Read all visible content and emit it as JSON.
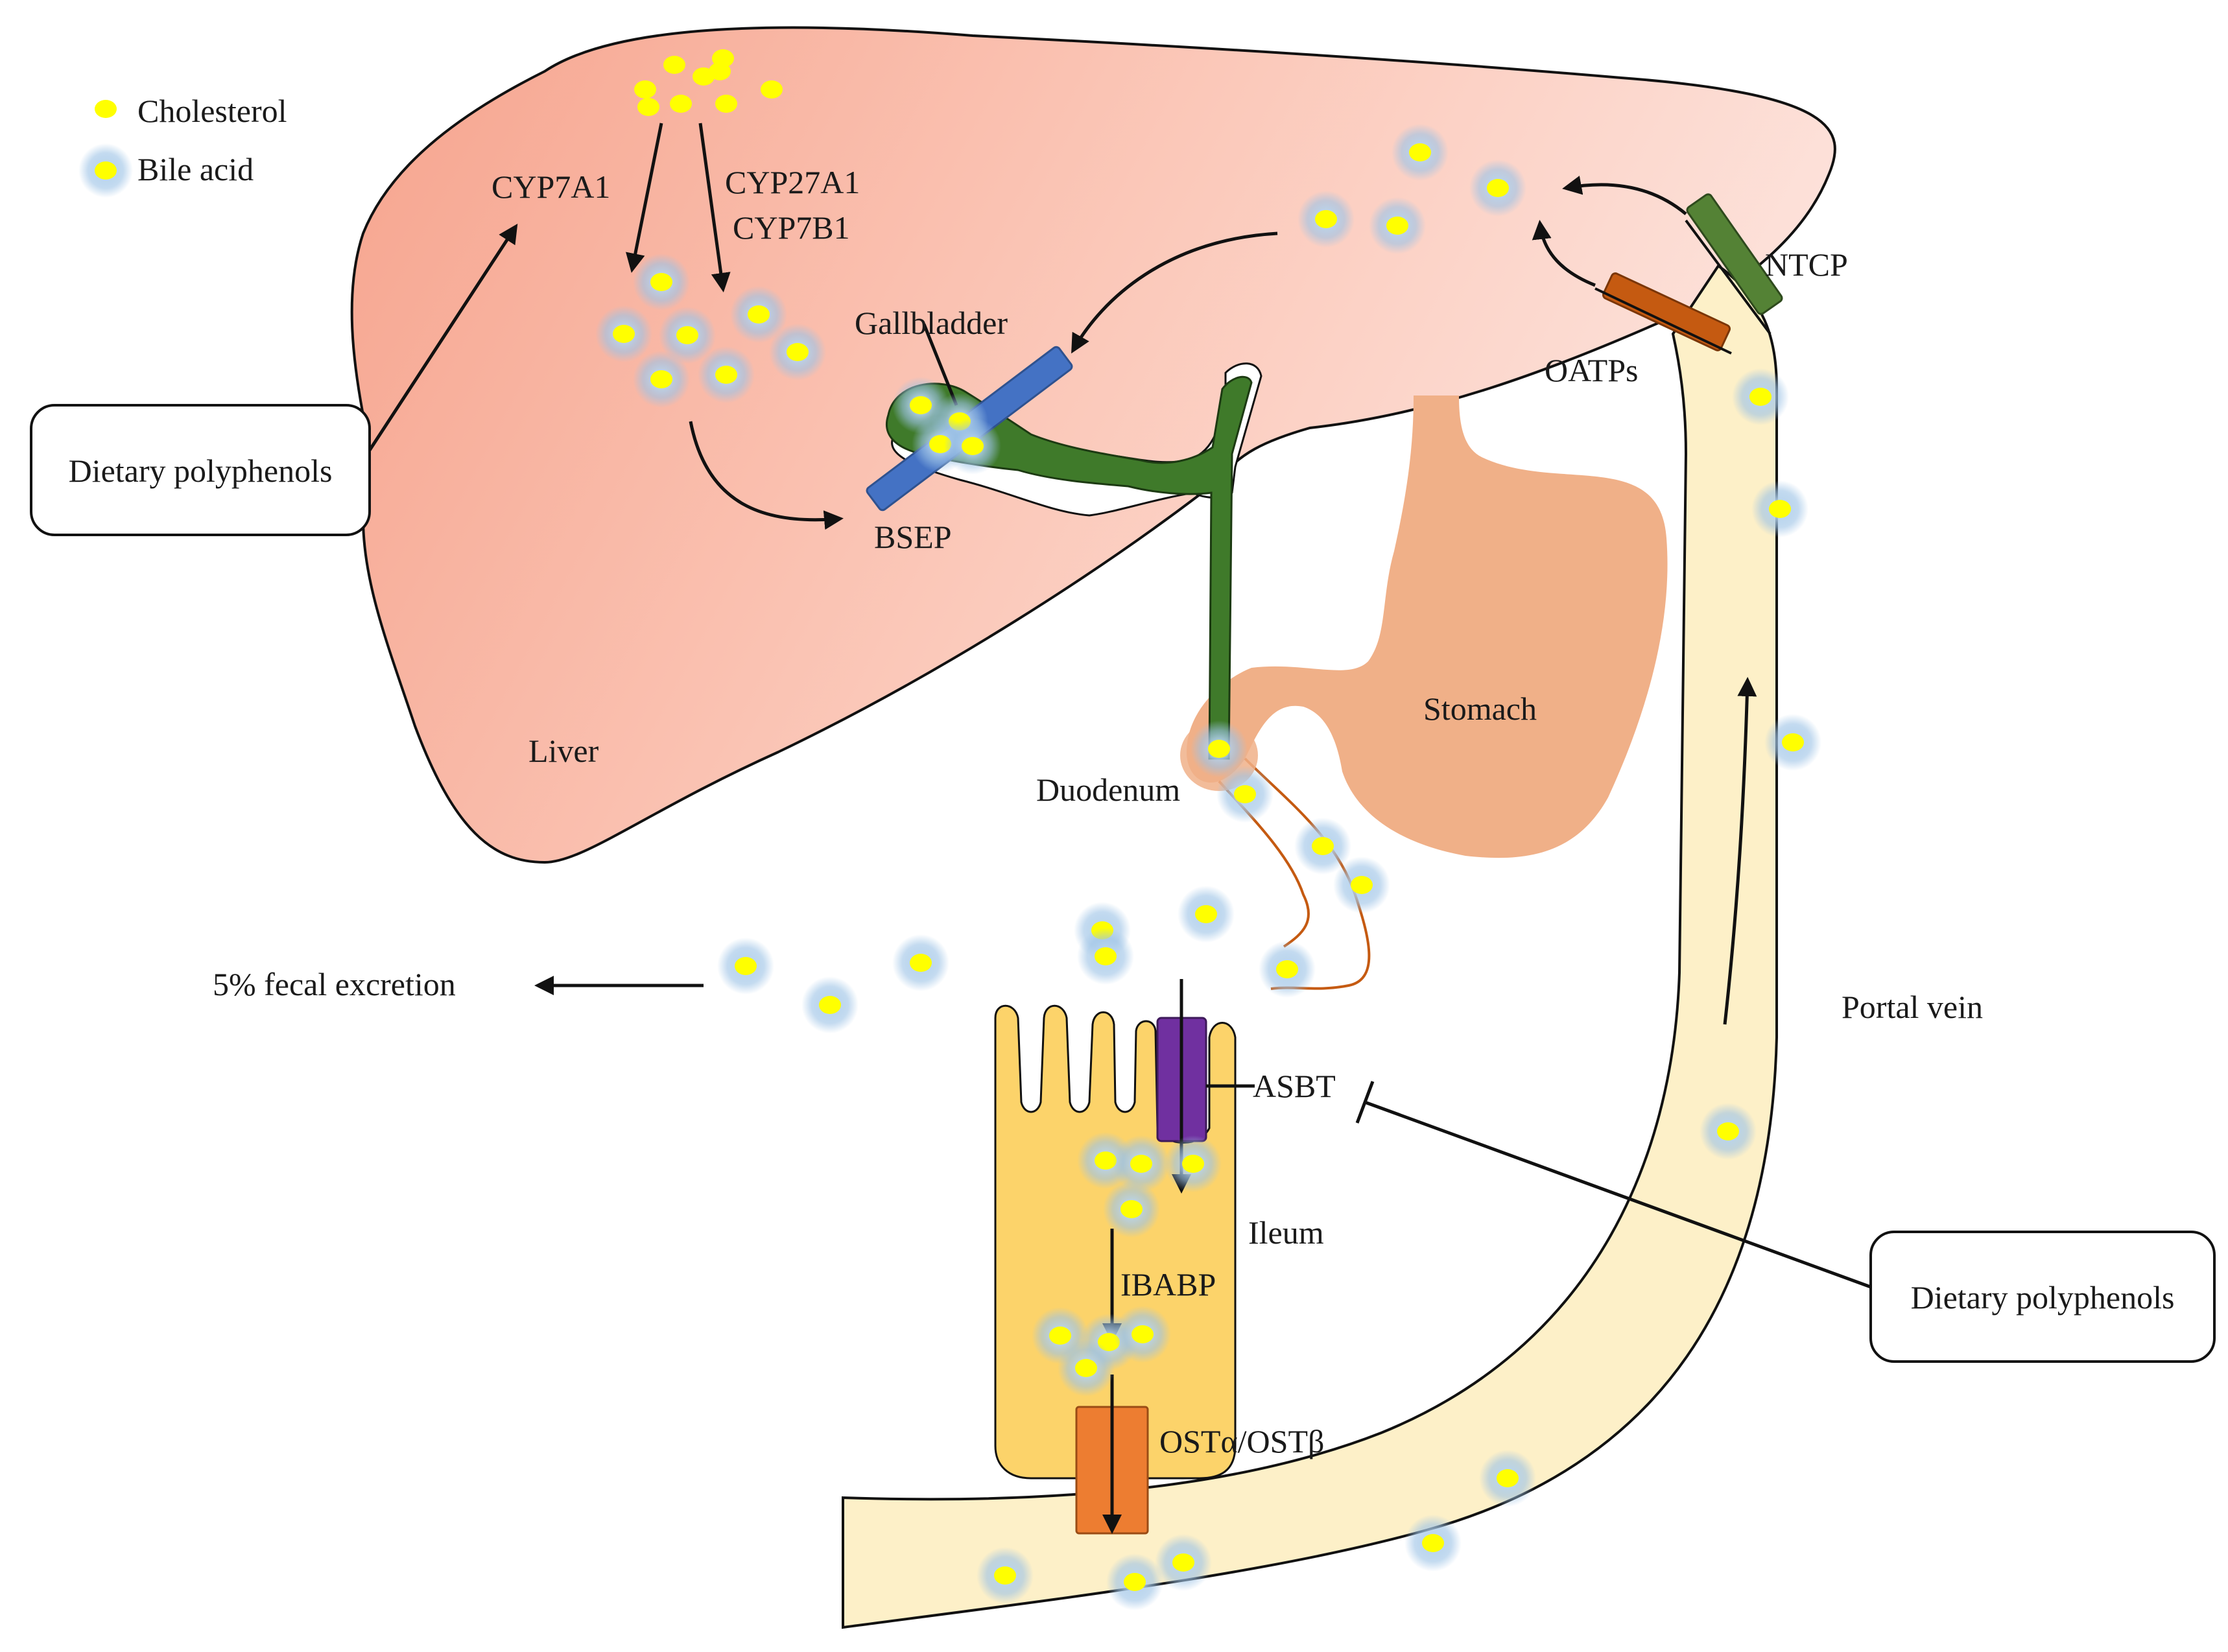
{
  "legend": {
    "cholesterol": "Cholesterol",
    "bile_acid": "Bile acid"
  },
  "labels": {
    "cyp7a1": "CYP7A1",
    "cyp27a1": "CYP27A1",
    "cyp7b1": "CYP7B1",
    "gallbladder": "Gallbladder",
    "bsep": "BSEP",
    "liver": "Liver",
    "duodenum": "Duodenum",
    "stomach": "Stomach",
    "ntcp": "NTCP",
    "oatps": "OATPs",
    "portal_vein": "Portal vein",
    "fecal_excretion": "5% fecal excretion",
    "asbt": "ASBT",
    "ileum": "Ileum",
    "ibabp": "IBABP",
    "ost": "OSTα/OSTβ"
  },
  "boxes": {
    "polyphenols_left": "Dietary polyphenols",
    "polyphenols_right": "Dietary polyphenols"
  },
  "colors": {
    "liver_light": "#fde2dc",
    "liver_dark": "#f5a38d",
    "stomach": "#f0b088",
    "bile_duct": "#3f7a2a",
    "portal_vein": "#fdf0c8",
    "ileum": "#fcd36a",
    "transporter_blue": "#4472c4",
    "transporter_orange": "#ed7d31",
    "transporter_brown": "#c55a11",
    "transporter_green": "#548235",
    "transporter_purple": "#7030a0",
    "cholesterol": "#ffff00",
    "bile_glow": "#9dc3e6"
  }
}
